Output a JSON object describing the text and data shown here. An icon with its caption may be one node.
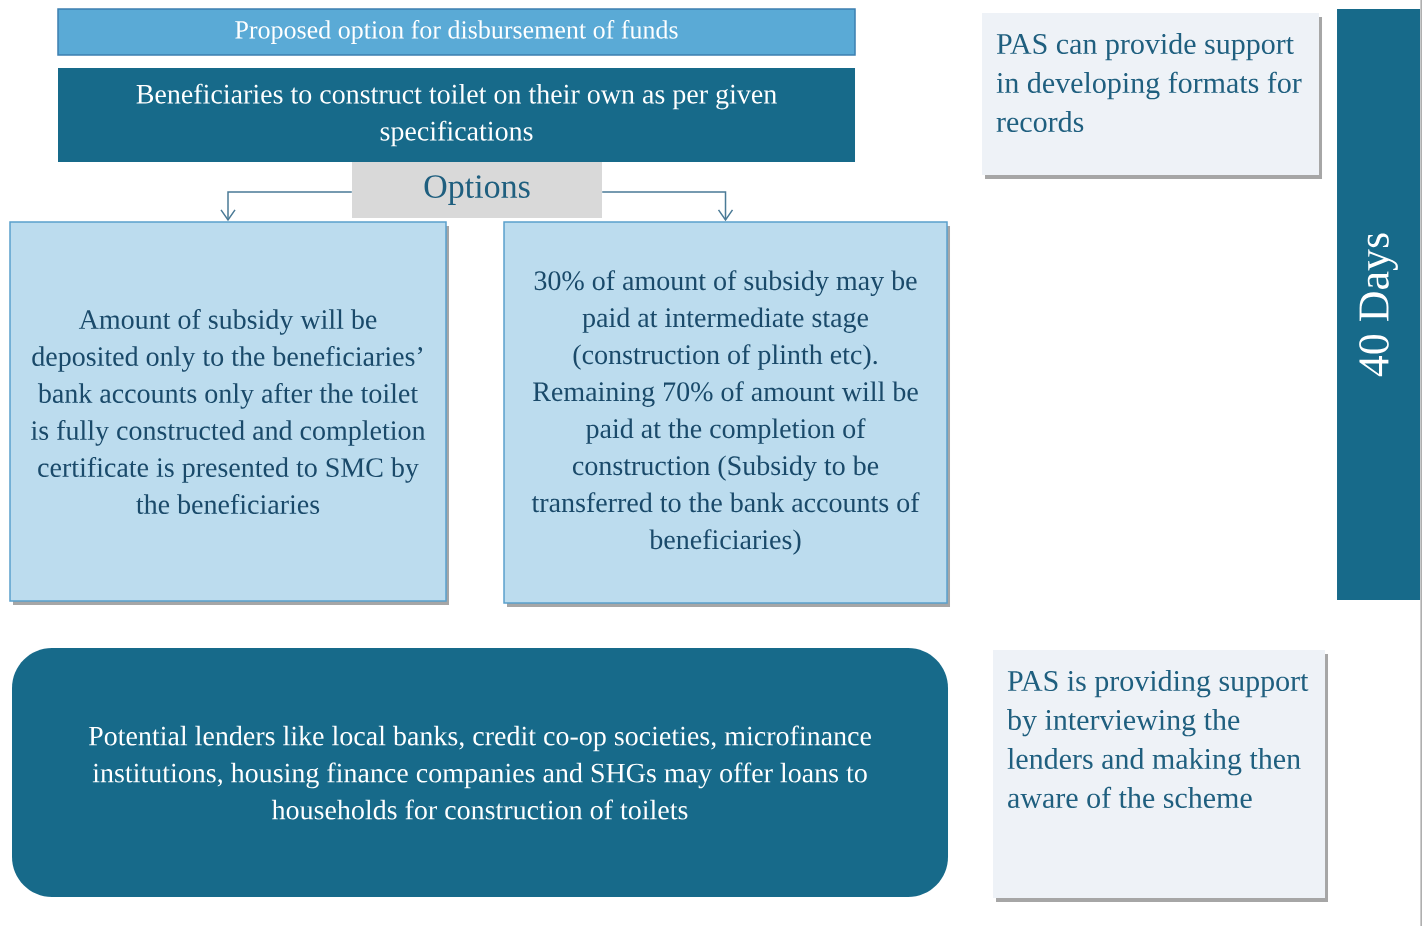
{
  "diagram": {
    "nodes": [
      {
        "text": [
          "Proposed option for disbursement of funds"
        ]
      },
      {
        "text": [
          "Beneficiaries to construct toilet on their own as per given specifications"
        ]
      },
      {
        "text": [
          "Options"
        ]
      },
      {
        "text": [
          "Amount of subsidy will be deposited only to the beneficiaries’ bank accounts only after the toilet is fully constructed and completion certificate is presented to SMC by the beneficiaries"
        ]
      },
      {
        "text": [
          "30% of amount of subsidy may be paid at intermediate stage (construction of plinth etc). Remaining 70% of amount will be paid at the completion of construction (Subsidy to be transferred to the bank accounts of beneficiaries)"
        ]
      },
      {
        "text": [
          "Potential lenders like local banks, credit co-op societies, microfinance institutions, housing finance companies and SHGs may offer loans to households for construction of toilets"
        ]
      },
      {
        "text": [
          "PAS can provide support in developing formats for records"
        ]
      },
      {
        "text": [
          "PAS is providing support by interviewing the lenders and making then aware of the scheme"
        ]
      },
      {
        "text": [
          "40 Days"
        ]
      }
    ],
    "edges": [
      {
        "from": 2,
        "to": 3,
        "arrow": "to"
      },
      {
        "from": 2,
        "to": 4,
        "arrow": "to"
      }
    ]
  }
}
